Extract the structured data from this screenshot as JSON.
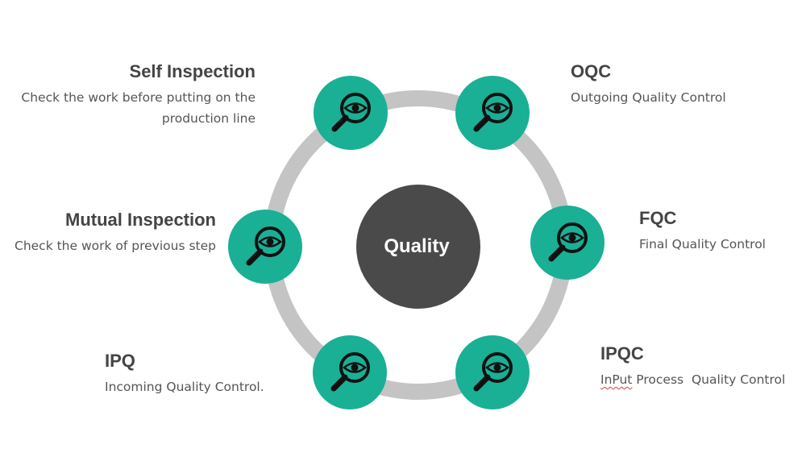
{
  "center": {
    "label": "Quality"
  },
  "colors": {
    "ring": "#c4c4c4",
    "node": "#19b095",
    "center": "#4a4a4a",
    "icon": "#111111",
    "center_text": "#ffffff"
  },
  "nodes": [
    {
      "title": "Self Inspection",
      "desc_lines": [
        "Check the work before putting on the",
        "production line"
      ]
    },
    {
      "title": "OQC",
      "desc_lines": [
        "Outgoing Quality Control"
      ]
    },
    {
      "title": "Mutual Inspection",
      "desc_lines": [
        "Check the work of previous step"
      ]
    },
    {
      "title": "FQC",
      "desc_lines": [
        "Final Quality Control"
      ]
    },
    {
      "title": "IPQ",
      "desc_lines": [
        "Incoming Quality Control."
      ]
    },
    {
      "title": "IPQC",
      "desc_prefix": "InPut",
      "desc_rest": " Process  Quality Control"
    }
  ],
  "icon_name": "magnifier-eye-icon"
}
